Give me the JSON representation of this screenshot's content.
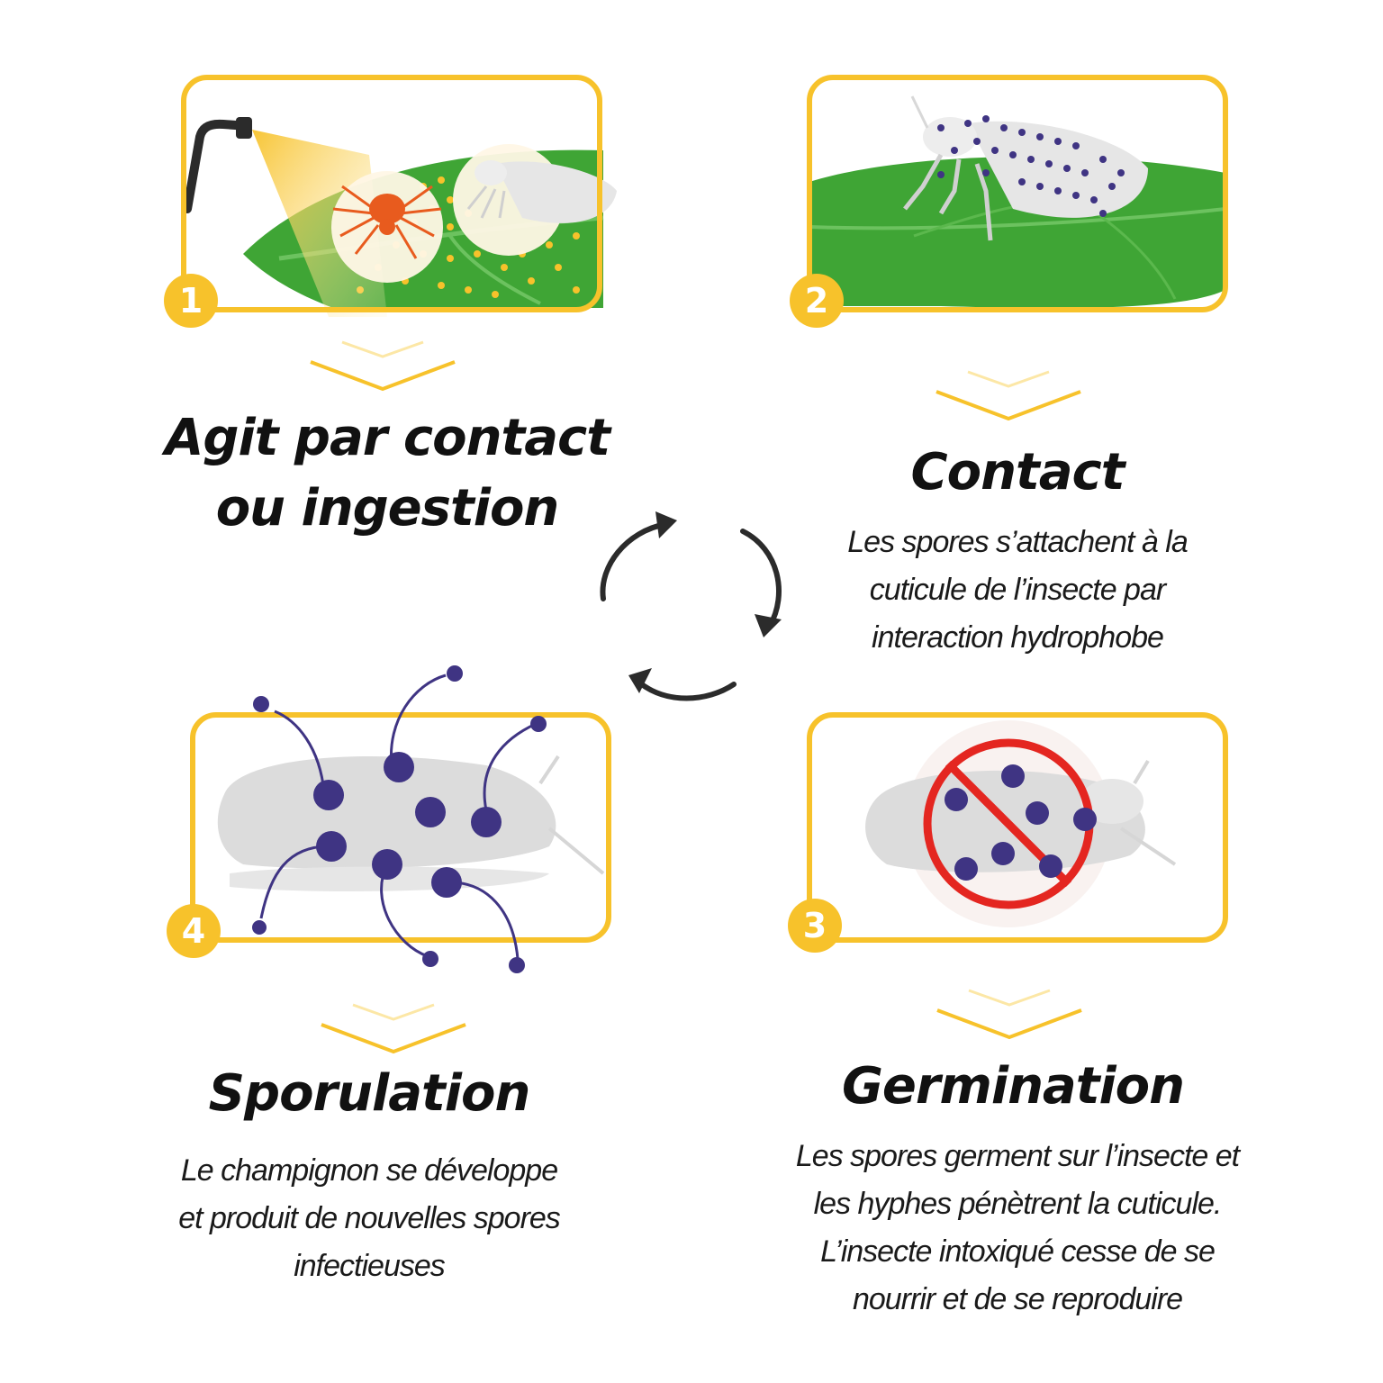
{
  "colors": {
    "frame": "#F7C22B",
    "leaf": "#3FA535",
    "leaf_dark": "#2E8B2A",
    "spore": "#3F3483",
    "insect": "#DCDCDC",
    "forbid": "#E42620",
    "mite": "#E85B1E",
    "text": "#111111"
  },
  "steps": [
    {
      "number": "1",
      "title_lines": [
        "Agit par contact",
        "ou ingestion"
      ],
      "description_lines": []
    },
    {
      "number": "2",
      "title_lines": [
        "Contact"
      ],
      "description_lines": [
        "Les spores s’attachent à la",
        "cuticule de l’insecte par",
        "interaction hydrophobe"
      ]
    },
    {
      "number": "3",
      "title_lines": [
        "Germination"
      ],
      "description_lines": [
        "Les spores germent sur l’insecte et",
        "les hyphes pénètrent la cuticule.",
        "L’insecte intoxiqué cesse de se",
        "nourrir et de se reproduire"
      ]
    },
    {
      "number": "4",
      "title_lines": [
        "Sporulation"
      ],
      "description_lines": [
        "Le champignon se développe",
        "et produit de nouvelles spores",
        "infectieuses"
      ]
    }
  ],
  "icons": {
    "sprayer": "sprayer-nozzle-icon",
    "mite": "red-spider-mite-icon",
    "whitefly": "whitefly-icon",
    "forbidden": "no-entry-icon",
    "cycle": "cycle-arrows-icon"
  }
}
